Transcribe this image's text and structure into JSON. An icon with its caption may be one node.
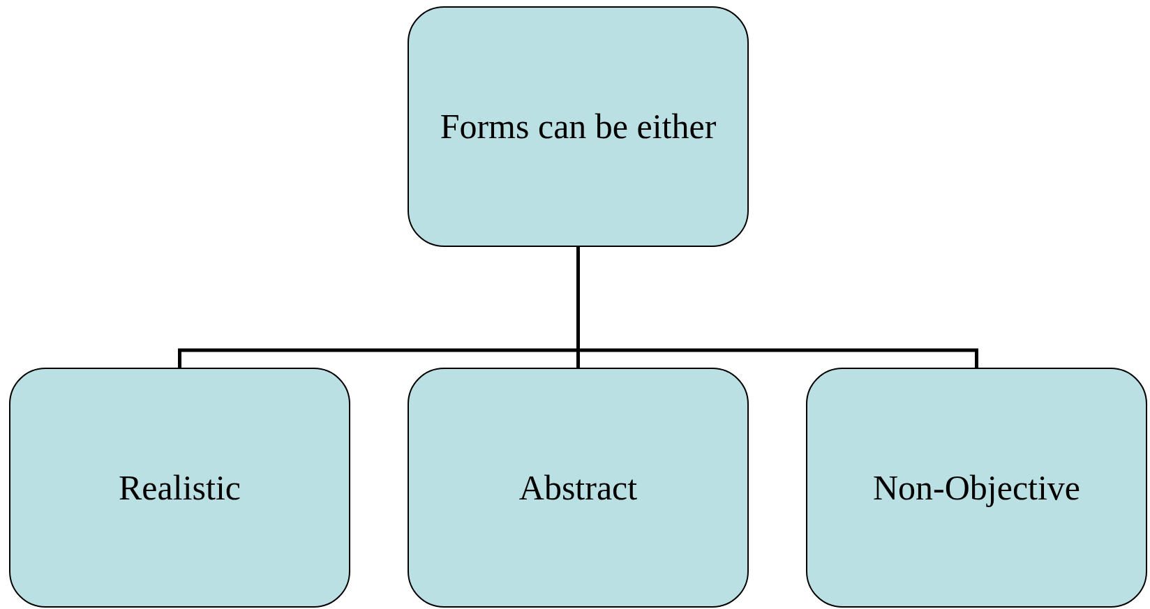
{
  "diagram": {
    "nodes": [
      {
        "text": [
          "Forms can be either"
        ]
      },
      {
        "text": [
          "Realistic"
        ]
      },
      {
        "text": [
          "Abstract"
        ]
      },
      {
        "text": [
          "Non-Objective"
        ]
      }
    ],
    "edges": [
      {
        "from": 0,
        "to": 1,
        "arrow": "none"
      },
      {
        "from": 0,
        "to": 2,
        "arrow": "none"
      },
      {
        "from": 0,
        "to": 3,
        "arrow": "none"
      }
    ]
  }
}
